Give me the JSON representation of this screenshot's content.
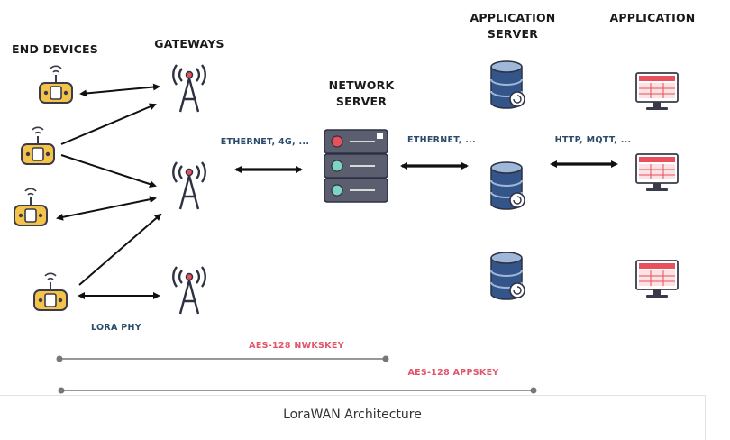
{
  "headers": {
    "end_devices": "END DEVICES",
    "gateways": "GATEWAYS",
    "network_server_line1": "NETWORK",
    "network_server_line2": "SERVER",
    "application_server_line1": "APPLICATION",
    "application_server_line2": "SERVER",
    "application": "APPLICATION"
  },
  "links": {
    "gateway_to_network": "ETHERNET, 4G, ...",
    "network_to_appserver": "ETHERNET, ...",
    "appserver_to_app": "HTTP, MQTT, ...",
    "radio": "LORA PHY"
  },
  "keys": {
    "nwkskey": "AES-128 NWKSKEY",
    "appskey": "AES-128 APPSKEY"
  },
  "caption": "LoraWAN Architecture",
  "colors": {
    "device_yellow": "#f4c44a",
    "outline": "#3a3a4a",
    "server_gray": "#5b5e6e",
    "db_blue": "#33558a",
    "db_light": "#9fb7d8",
    "screen_red": "#e8505b",
    "key_line": "#777777"
  }
}
